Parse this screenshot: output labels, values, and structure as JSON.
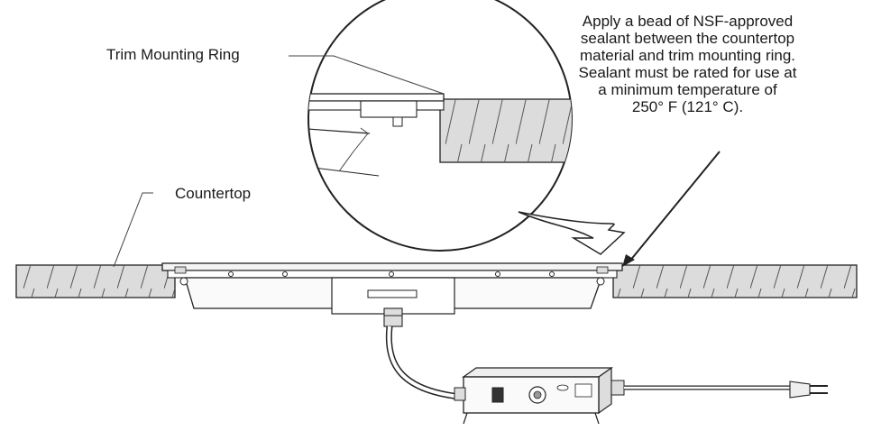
{
  "labels": {
    "trim_ring": "Trim Mounting Ring",
    "countertop": "Countertop"
  },
  "note": {
    "lines": [
      "Apply a bead of NSF-approved",
      "sealant between the countertop",
      "material and trim mounting ring.",
      "Sealant must be rated for use at",
      "a minimum temperature of",
      "250° F (121° C)."
    ]
  }
}
